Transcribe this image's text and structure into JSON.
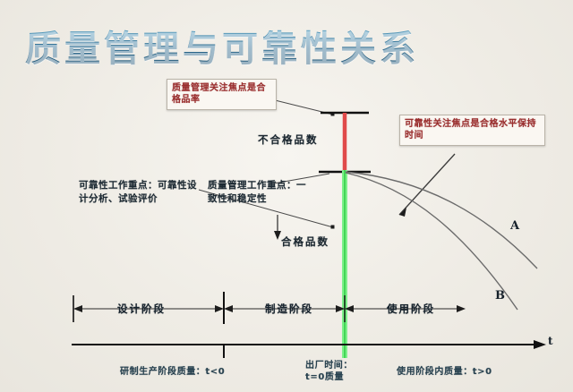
{
  "title": "质量管理与可靠性关系",
  "callouts": {
    "quality_focus": "质量管理关注焦点是合格品率",
    "reliability_focus": "可靠性关注焦点是合格水平保持时间"
  },
  "notes": {
    "reliability_work": "可靠性工作重点：可靠性设计分析、试验评价",
    "quality_work": "质量管理工作重点：一致性和稳定性"
  },
  "curve_labels": {
    "defective_count": "不合格品数",
    "qualified_count": "合格品数",
    "series_a": "A",
    "series_b": "B"
  },
  "axis": {
    "time_label": "t"
  },
  "phases": [
    {
      "key": "design",
      "label": "设计阶段"
    },
    {
      "key": "manufacture",
      "label": "制造阶段"
    },
    {
      "key": "use",
      "label": "使用阶段"
    }
  ],
  "captions": {
    "development": "研制生产阶段质量：t<0",
    "shipping_line1": "出厂时间：",
    "shipping_line2": "t=0质量",
    "usage": "使用阶段内质量：t>0"
  },
  "colors": {
    "title": "#2d6a8e",
    "callout_text": "#9a2f2f",
    "defective_bar": "#e04a4a",
    "qualified_bar": "#5fe06a",
    "note_text": "#1d2a33",
    "caption_text": "#27414f",
    "axis": "#111111",
    "background": "#f2efe9"
  }
}
